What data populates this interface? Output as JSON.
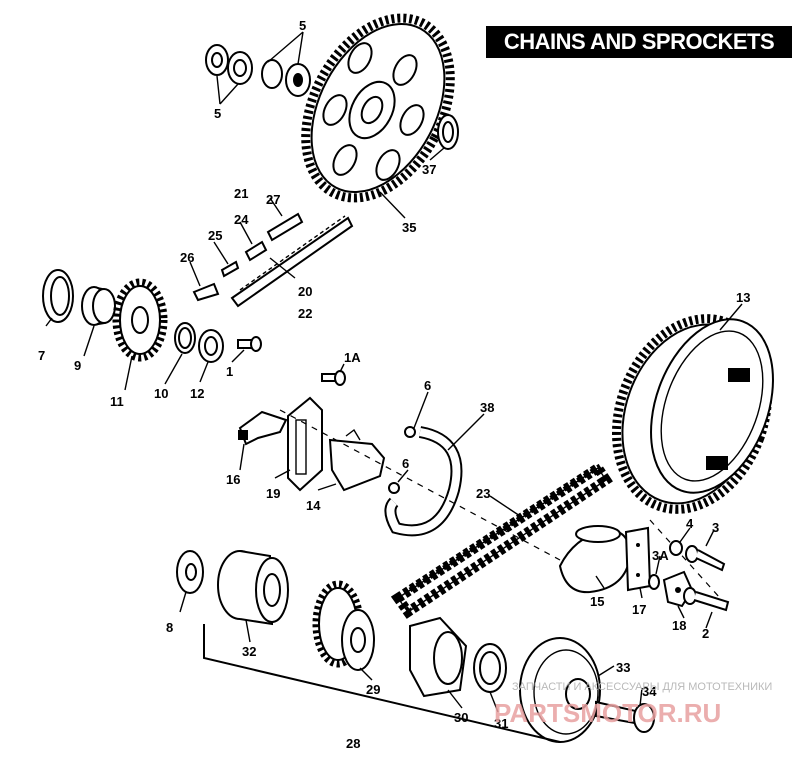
{
  "title": "CHAINS AND SPROCKETS",
  "part_labels": {
    "p1": "1",
    "p1a": "1A",
    "p2": "2",
    "p3": "3",
    "p3a": "3A",
    "p4": "4",
    "p5a": "5",
    "p5b": "5",
    "p6a": "6",
    "p6b": "6",
    "p7": "7",
    "p8": "8",
    "p9": "9",
    "p10": "10",
    "p11": "11",
    "p12": "12",
    "p13": "13",
    "p14": "14",
    "p15": "15",
    "p16": "16",
    "p17": "17",
    "p18": "18",
    "p19": "19",
    "p20": "20",
    "p21": "21",
    "p22": "22",
    "p23": "23",
    "p24": "24",
    "p25": "25",
    "p26": "26",
    "p27": "27",
    "p28": "28",
    "p29": "29",
    "p30": "30",
    "p31": "31",
    "p32": "32",
    "p33": "33",
    "p34": "34",
    "p35": "35",
    "p37": "37",
    "p38": "38"
  },
  "watermark": {
    "tagline": "ЗАПЧАСТИ И АКСЕССУАРЫ ДЛЯ МОТОТЕХНИКИ",
    "brand": "PARTSMOTOR.RU"
  }
}
